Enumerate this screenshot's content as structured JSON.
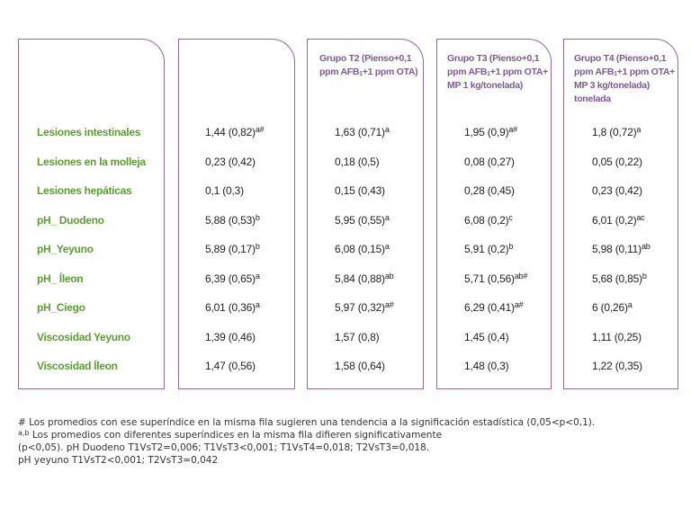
{
  "headers": {
    "t2": "Grupo T2 (Pienso+0,1 ppm AFB|1|+1 ppm OTA)",
    "t3": "Grupo T3 (Pienso+0,1 ppm AFB|1|+1 ppm OTA+ MP 1 kg/tonelada)",
    "t4": "Grupo T4 (Pienso+0,1 ppm AFB|1|+1 ppm OTA+ MP 3 kg/tonelada) tonelada"
  },
  "rows": [
    {
      "label": "Lesiones intestinales",
      "cells": [
        [
          "1,44 (0,82)",
          "a#"
        ],
        [
          "1,63 (0,71)",
          "a"
        ],
        [
          "1,95 (0,9)",
          "a#"
        ],
        [
          "1,8 (0,72)",
          "a"
        ]
      ]
    },
    {
      "label": "Lesiones en la molleja",
      "cells": [
        [
          "0,23 (0,42)",
          ""
        ],
        [
          "0,18 (0,5)",
          ""
        ],
        [
          "0,08 (0,27)",
          ""
        ],
        [
          "0,05 (0,22)",
          ""
        ]
      ]
    },
    {
      "label": "Lesiones hepáticas",
      "cells": [
        [
          "0,1 (0,3)",
          ""
        ],
        [
          "0,15 (0,43)",
          ""
        ],
        [
          "0,28 (0,45)",
          ""
        ],
        [
          "0,23 (0,42)",
          ""
        ]
      ]
    },
    {
      "label": "pH_ Duodeno",
      "cells": [
        [
          "5,88 (0,53)",
          "b"
        ],
        [
          "5,95 (0,55)",
          "a"
        ],
        [
          "6,08 (0,2)",
          "c"
        ],
        [
          "6,01 (0,2)",
          "ac"
        ]
      ]
    },
    {
      "label": "pH_Yeyuno",
      "cells": [
        [
          "5,89 (0,17)",
          "b"
        ],
        [
          "6,08 (0,15)",
          "a"
        ],
        [
          "5,91 (0,2)",
          "b"
        ],
        [
          "5,98 (0,11)",
          "ab"
        ]
      ]
    },
    {
      "label": "pH_ Íleon",
      "cells": [
        [
          "6,39 (0,65)",
          "a"
        ],
        [
          "5,84 (0,88)",
          "ab"
        ],
        [
          "5,71 (0,56)",
          "ab#"
        ],
        [
          "5,68 (0,85)",
          "b"
        ]
      ]
    },
    {
      "label": "pH_Ciego",
      "cells": [
        [
          "6,01 (0,36)",
          "a"
        ],
        [
          "5,97 (0,32)",
          "a#"
        ],
        [
          "6,29 (0,41)",
          "a#"
        ],
        [
          "6 (0,26)",
          "a"
        ]
      ]
    },
    {
      "label": "Viscosidad Yeyuno",
      "cells": [
        [
          "1,39 (0,46)",
          ""
        ],
        [
          "1,57 (0,8)",
          ""
        ],
        [
          "1,45 (0,4)",
          ""
        ],
        [
          "1,11 (0,25)",
          ""
        ]
      ]
    },
    {
      "label": "Viscosidad Íleon",
      "cells": [
        [
          "1,47 (0,56)",
          ""
        ],
        [
          "1,58 (0,64)",
          ""
        ],
        [
          "1,48 (0,3)",
          ""
        ],
        [
          "1,22 (0,35)",
          ""
        ]
      ]
    }
  ],
  "footnotes": {
    "line1": "# Los promedios con ese superíndice en la misma fila sugieren una tendencia a la significación estadística (0,05<p<0,1).",
    "line2_sup": "a,b",
    "line2": " Los promedios con diferentes superíndices en la misma fila difieren significativamente",
    "line3": "(p<0,05). pH Duodeno T1VsT2=0,006; T1VsT3<0,001; T1VsT4=0,018; T2VsT3=0,018.",
    "line4": "pH yeyuno T1VsT2<0,001; T2VsT3=0,042"
  },
  "colors": {
    "label_green": "#5a9e2e",
    "header_purple": "#7d5b8f",
    "border": "#8e6b9a"
  }
}
